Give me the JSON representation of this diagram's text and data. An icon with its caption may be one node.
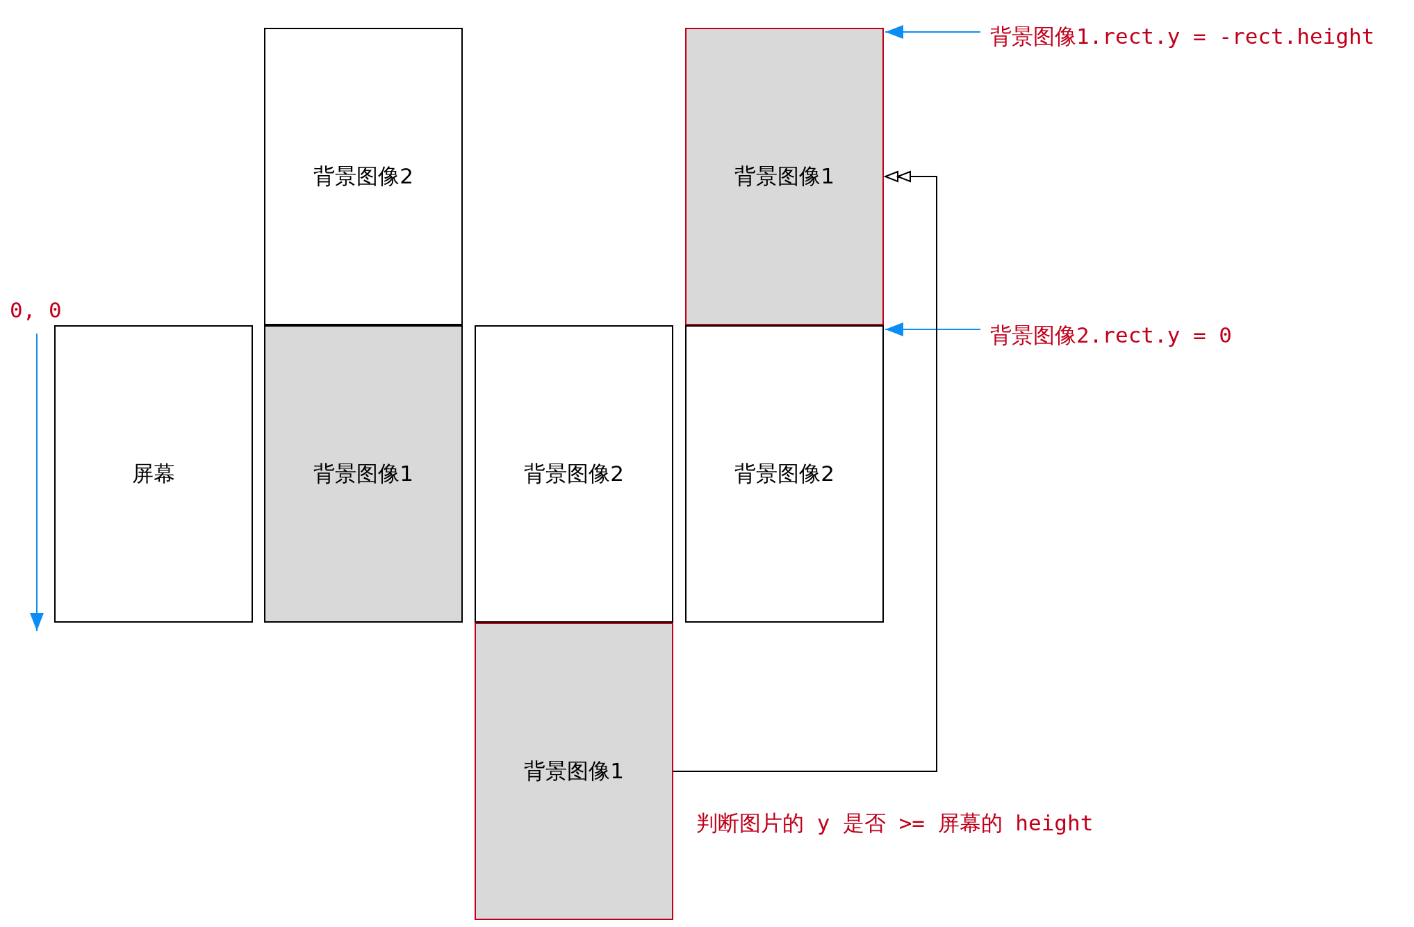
{
  "diagram": {
    "nodes": [
      {
        "text": [
          "屏幕"
        ]
      },
      {
        "text": [
          "背景图像2"
        ]
      },
      {
        "text": [
          "背景图像1"
        ]
      },
      {
        "text": [
          "背景图像2"
        ]
      },
      {
        "text": [
          "背景图像1"
        ]
      },
      {
        "text": [
          "背景图像1"
        ]
      },
      {
        "text": [
          "背景图像2"
        ]
      },
      {
        "text": [
          "背景图像1.rect.y = -rect.height"
        ]
      },
      {
        "text": [
          "背景图像2.rect.y = 0"
        ]
      }
    ],
    "edges": [
      {
        "from": 7,
        "to": 5,
        "arrow": "to",
        "color": "#0a8ef5"
      },
      {
        "from": 8,
        "to": 6,
        "arrow": "to",
        "color": "#0a8ef5"
      },
      {
        "from": 4,
        "to": 5,
        "arrow": "to",
        "color": "#000000"
      }
    ],
    "labels": [
      "0, 0",
      "判断图片的 y 是否 >= 屏幕的 height"
    ]
  }
}
